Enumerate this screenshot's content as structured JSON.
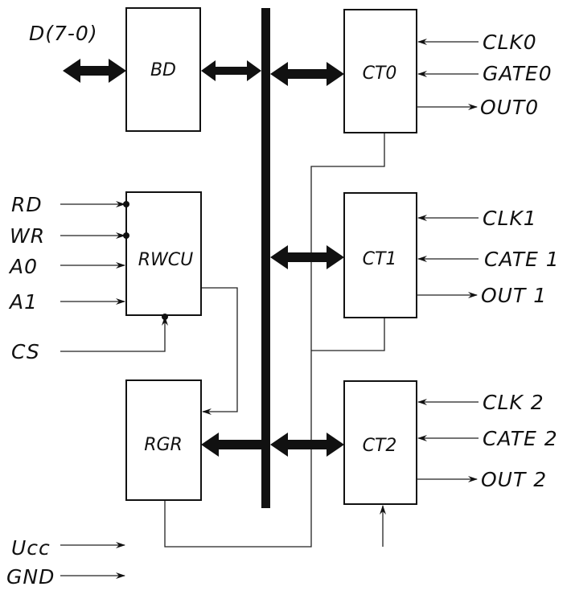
{
  "diagram": {
    "blocks": {
      "bd": "BD",
      "rwcu": "RWCU",
      "rgr": "RGR",
      "ct0": "CT0",
      "ct1": "CT1",
      "ct2": "CT2"
    },
    "left_inputs": {
      "data_bus": "D(7-0)",
      "rd": "RD",
      "wr": "WR",
      "a0": "A0",
      "a1": "A1",
      "cs": "CS",
      "vcc": "Ucc",
      "gnd": "GND"
    },
    "ct0_signals": {
      "clk": "CLK0",
      "gate": "GATE0",
      "out": "OUT0"
    },
    "ct1_signals": {
      "clk": "CLK1",
      "gate": "CATE 1",
      "out": "OUT 1"
    },
    "ct2_signals": {
      "clk": "CLK 2",
      "gate": "CATE 2",
      "out": "OUT 2"
    }
  }
}
